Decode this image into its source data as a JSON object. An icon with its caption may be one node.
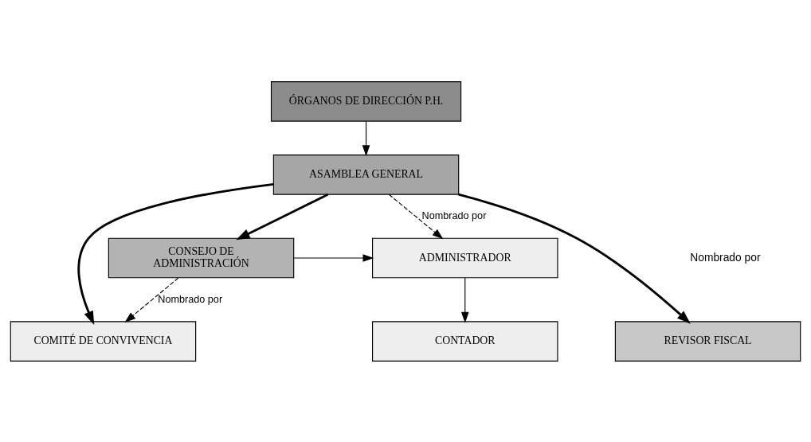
{
  "diagram": {
    "nodes": [
      {
        "text": [
          "ÓRGANOS DE DIRECCIÓN P.H."
        ]
      },
      {
        "text": [
          "ASAMBLEA GENERAL"
        ]
      },
      {
        "text": [
          "CONSEJO DE ADMINISTRACIÓN"
        ]
      },
      {
        "text": [
          "ADMINISTRADOR"
        ]
      },
      {
        "text": [
          "REVISOR FISCAL"
        ]
      },
      {
        "text": [
          "CONTADOR"
        ]
      },
      {
        "text": [
          "COMITÉ DE CONVIVENCIA"
        ]
      }
    ],
    "edges": [
      {
        "from": 0,
        "to": 1,
        "arrow": "to"
      },
      {
        "from": 1,
        "to": 2,
        "arrow": "to",
        "style": "thick"
      },
      {
        "from": 1,
        "to": 4,
        "arrow": "to",
        "style": "thick"
      },
      {
        "from": 1,
        "to": 6,
        "arrow": "to",
        "style": "thick"
      },
      {
        "from": 1,
        "to": 3,
        "arrow": "to",
        "style": "dashed",
        "label": "Nombrado por"
      },
      {
        "from": 2,
        "to": 3,
        "arrow": "to"
      },
      {
        "from": 2,
        "to": 6,
        "arrow": "to",
        "style": "dashed",
        "label": "Nombrado por"
      },
      {
        "from": 3,
        "to": 5,
        "arrow": "to"
      }
    ],
    "labels": [
      "Nombrado por"
    ]
  }
}
